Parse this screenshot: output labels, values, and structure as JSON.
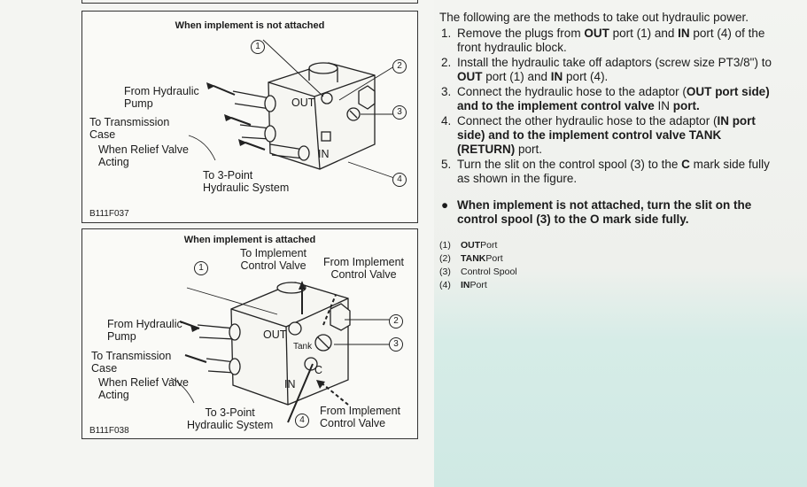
{
  "figures": [
    {
      "title": "When implement is not attached",
      "code": "B111F037",
      "labels": {
        "from_pump": "From Hydraulic\nPump",
        "to_case": "To Transmission\nCase",
        "relief": "When Relief Valve\nActing",
        "to_3point": "To 3-Point\nHydraulic System",
        "out": "OUT",
        "in": "IN"
      },
      "callouts": [
        "1",
        "2",
        "3",
        "4"
      ]
    },
    {
      "title": "When implement is attached",
      "code": "B111F038",
      "labels": {
        "to_impl": "To Implement\nControl Valve",
        "from_impl_top": "From Implement\nControl Valve",
        "from_pump": "From Hydraulic\nPump",
        "to_case": "To Transmission\nCase",
        "relief": "When Relief Valve\nActing",
        "to_3point": "To 3-Point\nHydraulic System",
        "from_impl_bottom": "From Implement\nControl Valve",
        "out": "OUT",
        "in": "IN",
        "tank": "Tank",
        "c": "C"
      },
      "callouts": [
        "1",
        "2",
        "3",
        "4"
      ]
    }
  ],
  "text": {
    "intro": "The following are the methods to take out hydraulic power.",
    "steps": [
      {
        "num": "1.",
        "parts": [
          "Remove the plugs from ",
          "OUT",
          " port (1) and ",
          "IN",
          " port (4) of the front hydraulic block."
        ]
      },
      {
        "num": "2.",
        "parts": [
          "Install the hydraulic take off adaptors (screw size PT3/8\") to ",
          "OUT",
          " port (1) and ",
          "IN",
          " port (4)."
        ]
      },
      {
        "num": "3.",
        "parts": [
          "Connect the hydraulic hose to the adaptor (",
          "OUT",
          " ",
          "port side) and to the implement control valve ",
          "IN",
          " port."
        ]
      },
      {
        "num": "4.",
        "parts": [
          "Connect the other hydraulic hose to the adaptor (",
          "IN port side) and to the implement control valve TANK (RETURN)",
          " port."
        ]
      },
      {
        "num": "5.",
        "parts": [
          "Turn the slit on the control spool (3) to the ",
          "C",
          " mark side fully as shown in the figure."
        ]
      }
    ],
    "bullet": "When implement is not attached, turn the slit on the control spool (3) to the O mark side fully.",
    "legend": [
      {
        "num": "(1)",
        "bold": "OUT",
        "rest": " Port"
      },
      {
        "num": "(2)",
        "bold": "TANK",
        "rest": " Port"
      },
      {
        "num": "(3)",
        "bold": "",
        "rest": "Control Spool"
      },
      {
        "num": "(4)",
        "bold": "IN",
        "rest": " Port"
      }
    ]
  }
}
